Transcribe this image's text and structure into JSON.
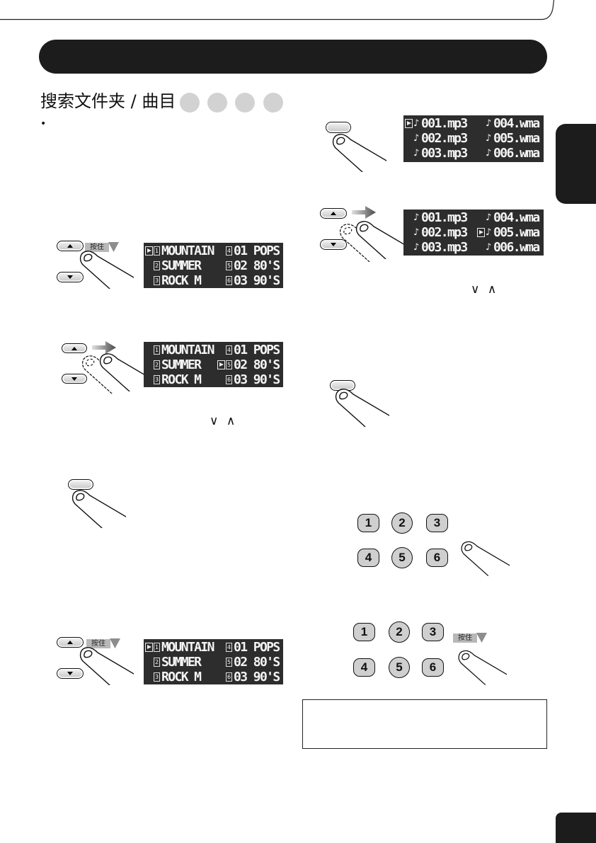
{
  "page": {
    "heading": "搜索文件夹 / 曲目",
    "bullet": "•",
    "hold_label": "按住",
    "arrow_keys": "∨ ∧"
  },
  "icons": {
    "up_button": "up-arrow-icon",
    "down_button": "down-arrow-icon",
    "cursor": "selection-cursor-icon",
    "folder": "folder-icon",
    "file": "music-note-icon",
    "move": "right-arrow-icon",
    "finger": "finger-press-icon"
  },
  "folder_display": {
    "rows": [
      {
        "left": {
          "num": "1",
          "name": "MOUNTAIN"
        },
        "right": {
          "num": "4",
          "name": "01 POPS"
        }
      },
      {
        "left": {
          "num": "2",
          "name": "SUMMER"
        },
        "right": {
          "num": "5",
          "name": "02 80'S"
        }
      },
      {
        "left": {
          "num": "3",
          "name": "ROCK M"
        },
        "right": {
          "num": "6",
          "name": "03 90'S"
        }
      }
    ]
  },
  "file_display": {
    "rows": [
      {
        "left": {
          "name": "001.mp3"
        },
        "right": {
          "name": "004.wma"
        }
      },
      {
        "left": {
          "name": "002.mp3"
        },
        "right": {
          "name": "005.wma"
        }
      },
      {
        "left": {
          "name": "003.mp3"
        },
        "right": {
          "name": "006.wma"
        }
      }
    ]
  },
  "screens": {
    "folder_1": {
      "selected_item": 1
    },
    "folder_2": {
      "selected_item": 5
    },
    "folder_3": {
      "selected_item": 1
    },
    "file_1": {
      "selected_item": 1
    },
    "file_2": {
      "selected_item": 5
    }
  },
  "number_keys": [
    "1",
    "2",
    "3",
    "4",
    "5",
    "6"
  ],
  "colors": {
    "bar": "#1c1c1c",
    "circle": "#d2d2d2",
    "display_background": "#2d2d2d",
    "display_text": "#f4f4f4",
    "key_fill": "#cfcfcf"
  }
}
